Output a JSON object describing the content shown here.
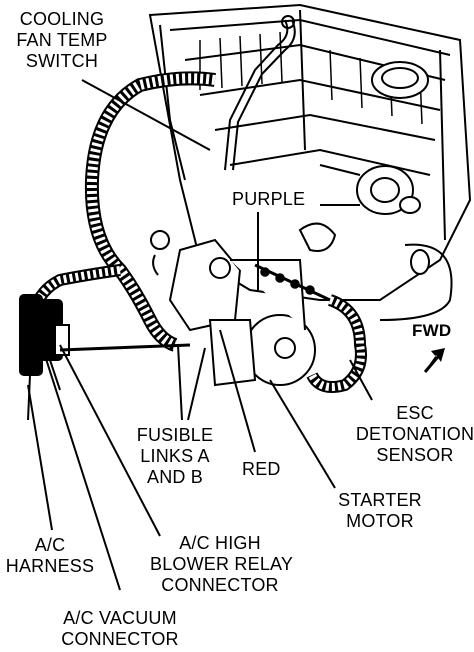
{
  "labels": {
    "cooling_fan_temp_switch": "COOLING\nFAN TEMP\nSWITCH",
    "purple": "PURPLE",
    "fwd": "FWD",
    "esc_detonation_sensor": "ESC\nDETONATION\nSENSOR",
    "fusible_links": "FUSIBLE\nLINKS A\nAND B",
    "red": "RED",
    "starter_motor": "STARTER\nMOTOR",
    "ac_high_blower_relay": "A/C HIGH\nBLOWER RELAY\nCONNECTOR",
    "ac_harness": "A/C\nHARNESS",
    "ac_vacuum_connector": "A/C VACUUM\nCONNECTOR"
  }
}
